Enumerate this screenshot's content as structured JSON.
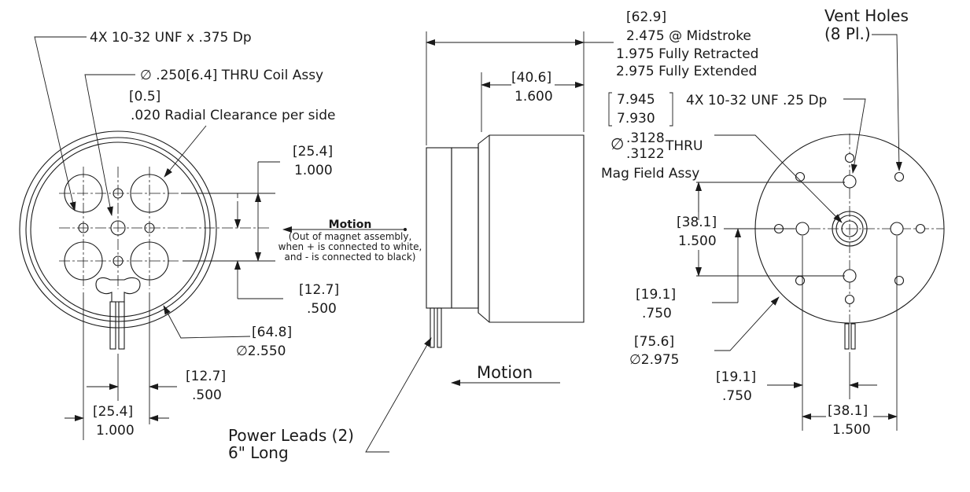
{
  "left_view": {
    "thread_note": "4X 10-32 UNF   x .375 Dp",
    "thru_coil": "∅ .250[6.4]  THRU Coil Assy",
    "clearance_metric": "[0.5]",
    "clearance_note": ".020  Radial Clearance per side",
    "dim_1000_metric": "[25.4]",
    "dim_1000": "1.000",
    "dim_500_metric": "[12.7]",
    "dim_500": ".500",
    "dia_metric": "[64.8]",
    "dia": "∅2.550",
    "bottom_500_metric": "[12.7]",
    "bottom_500": ".500",
    "bottom_1000_metric": "[25.4]",
    "bottom_1000": "1.000"
  },
  "motion_label": {
    "title": "Motion",
    "line1": "(Out of magnet assembly,",
    "line2": "when + is connected to white,",
    "line3": "and - is connected to black)"
  },
  "side_view": {
    "len_metric": "[62.9]",
    "len_mid": "2.475  @ Midstroke",
    "len_retracted": "1.975 Fully Retracted",
    "len_extended": "2.975 Fully Extended",
    "body_metric": "[40.6]",
    "body_len": "1.600",
    "motion": "Motion",
    "leads_line1": "Power Leads (2)",
    "leads_line2": "6\" Long"
  },
  "right_view": {
    "vent_line1": "Vent Holes",
    "vent_line2": "(8 Pl.)",
    "bore_top_metric": "7.945",
    "bore_bottom_metric": "7.930",
    "thread_note": "4X 10-32 UNF   .25 Dp",
    "bore_top": ".3128",
    "bore_bottom": ".3122",
    "dia_symbol": "∅",
    "thru": "THRU",
    "mag_field": "Mag Field Assy",
    "dim_1500_metric": "[38.1]",
    "dim_1500": "1.500",
    "dim_750_metric": "[19.1]",
    "dim_750": ".750",
    "dia_metric": "[75.6]",
    "dia": "∅2.975",
    "bottom_750_metric": "[19.1]",
    "bottom_750": ".750",
    "bottom_1500_metric": "[38.1]",
    "bottom_1500": "1.500"
  }
}
